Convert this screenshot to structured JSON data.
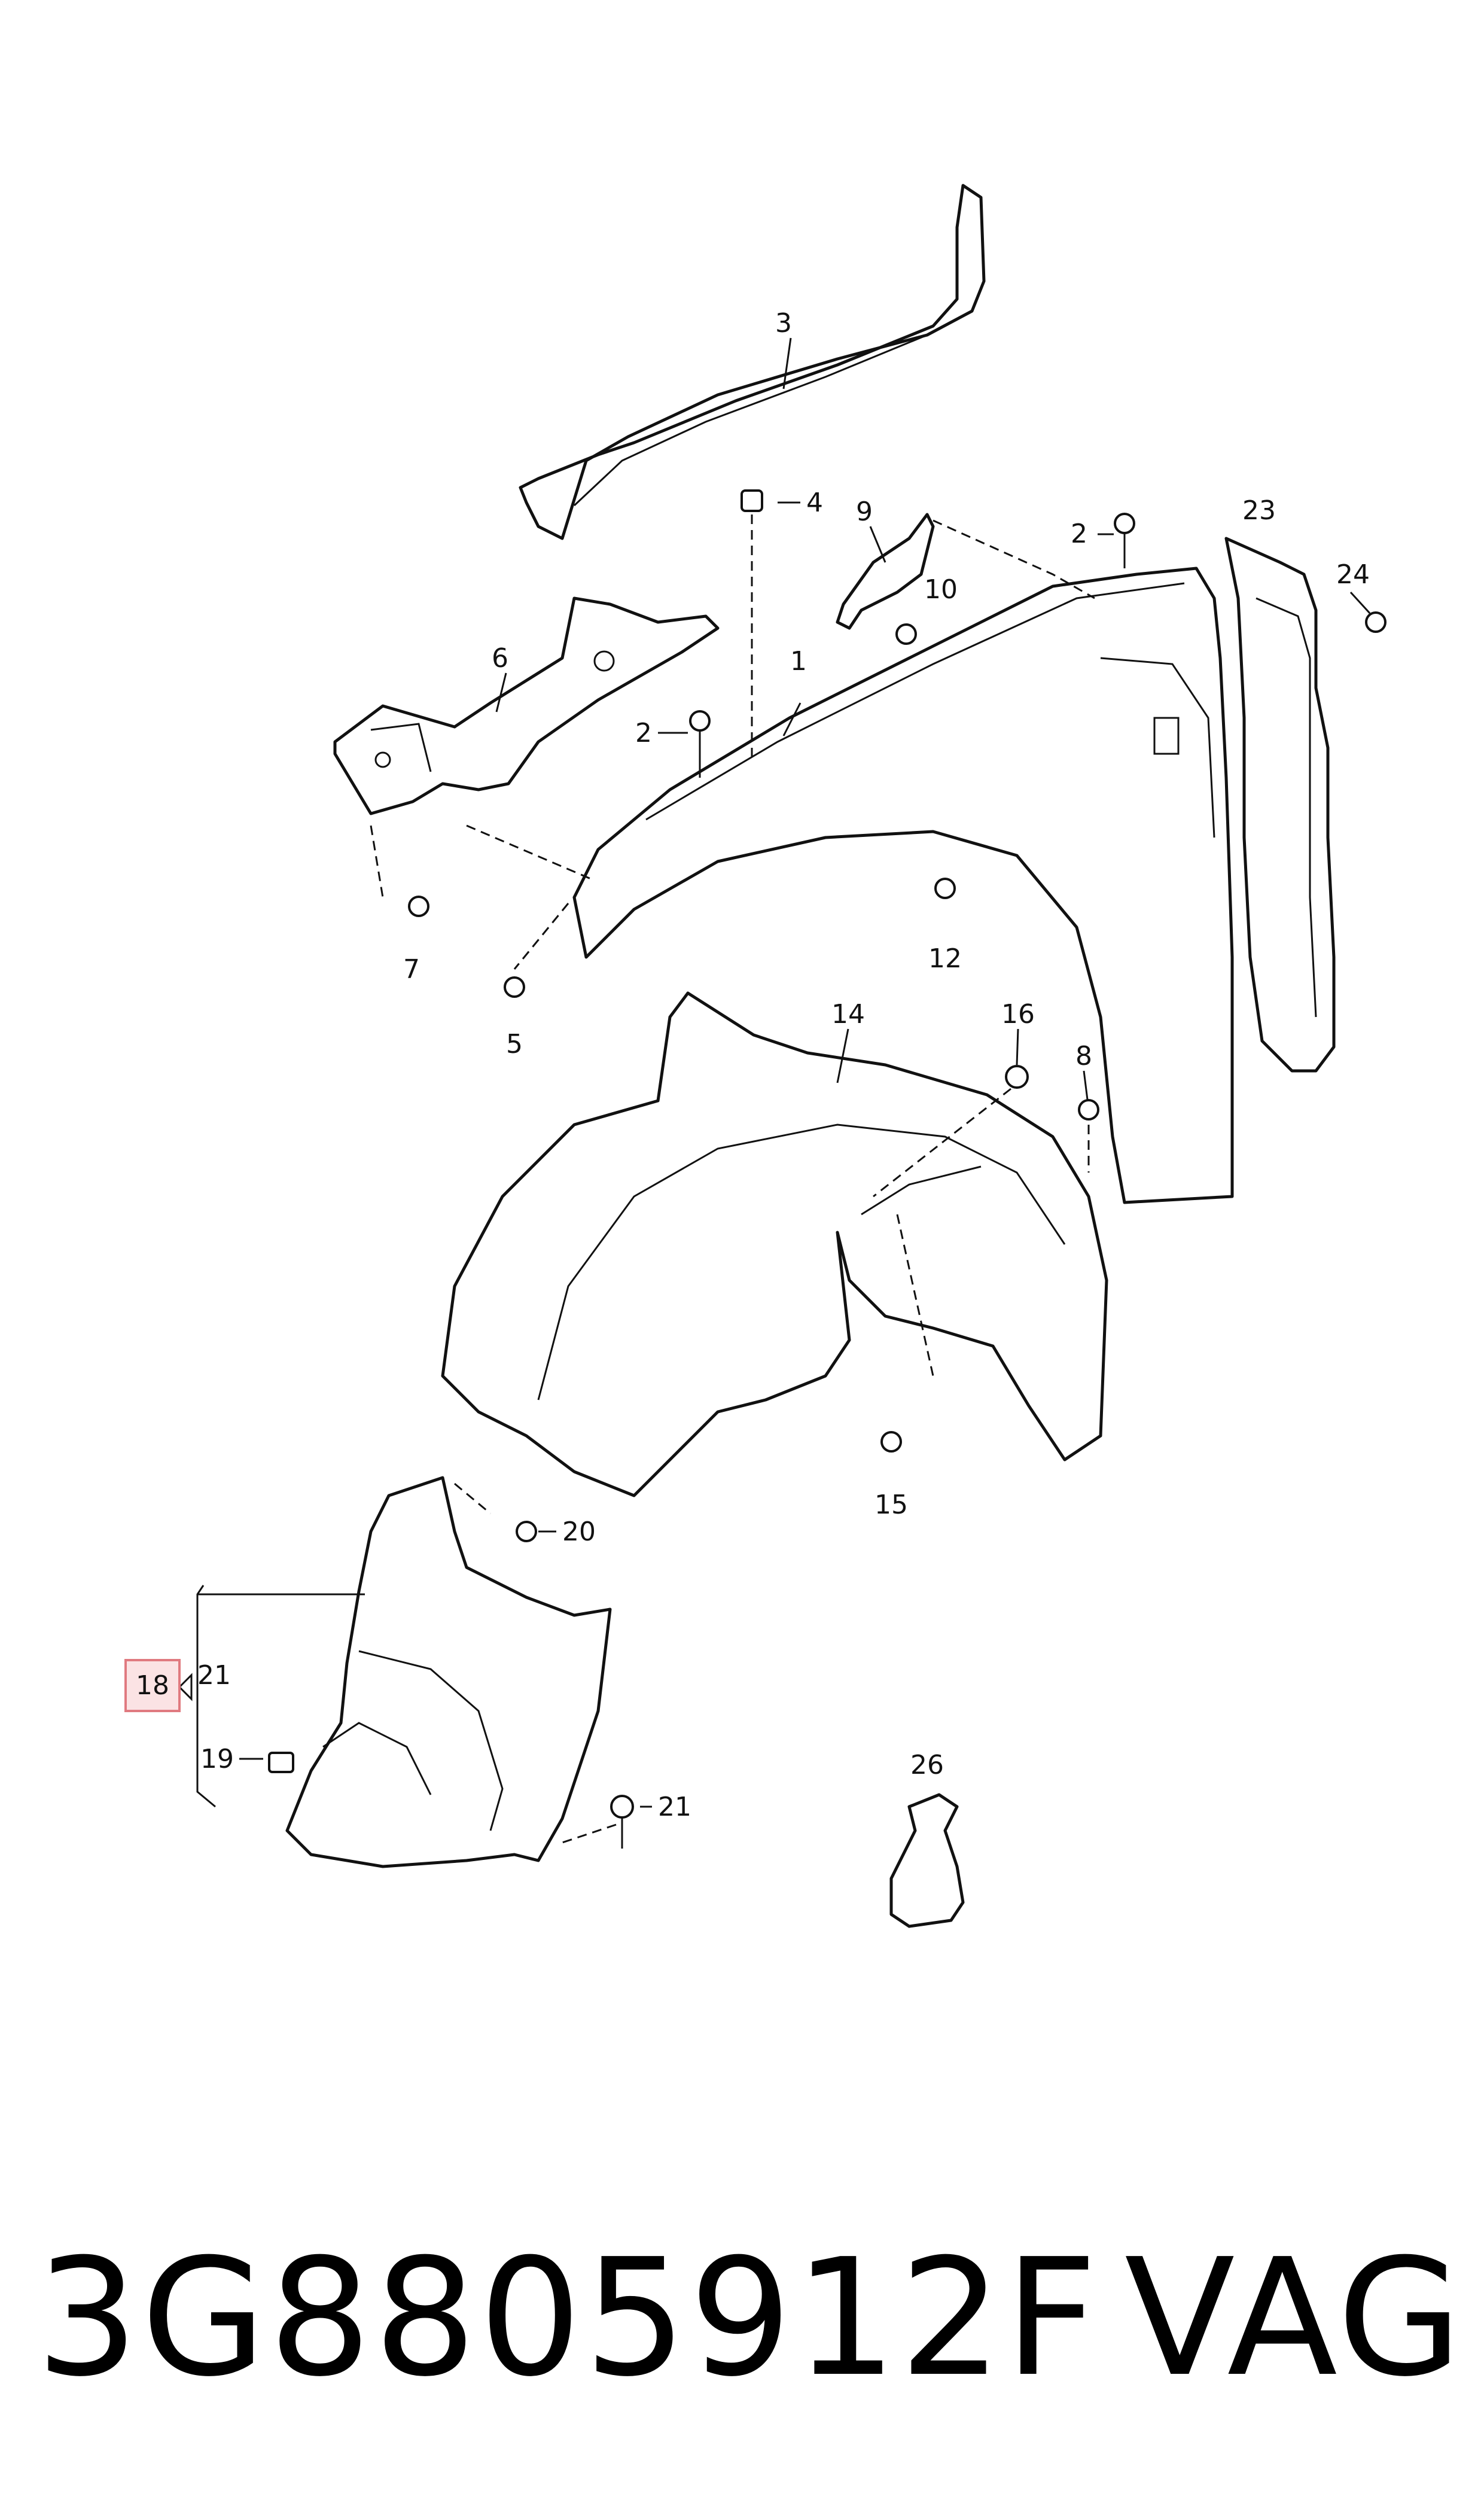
{
  "callouts": {
    "c1": "1",
    "c2a": "2",
    "c2b": "2",
    "c3": "3",
    "c4": "4",
    "c5": "5",
    "c6": "6",
    "c7": "7",
    "c8": "8",
    "c9": "9",
    "c10": "10",
    "c12": "12",
    "c14": "14",
    "c15": "15",
    "c16": "16",
    "c18": "18",
    "c19": "19",
    "c20": "20",
    "c21a": "21",
    "c21b": "21",
    "c23": "23",
    "c24": "24",
    "c26": "26"
  },
  "highlight_color": "#e07a80",
  "highlight_fill": "#fbe3e4",
  "footer": {
    "part_number": "3G8805912F",
    "brand": "VAG"
  }
}
